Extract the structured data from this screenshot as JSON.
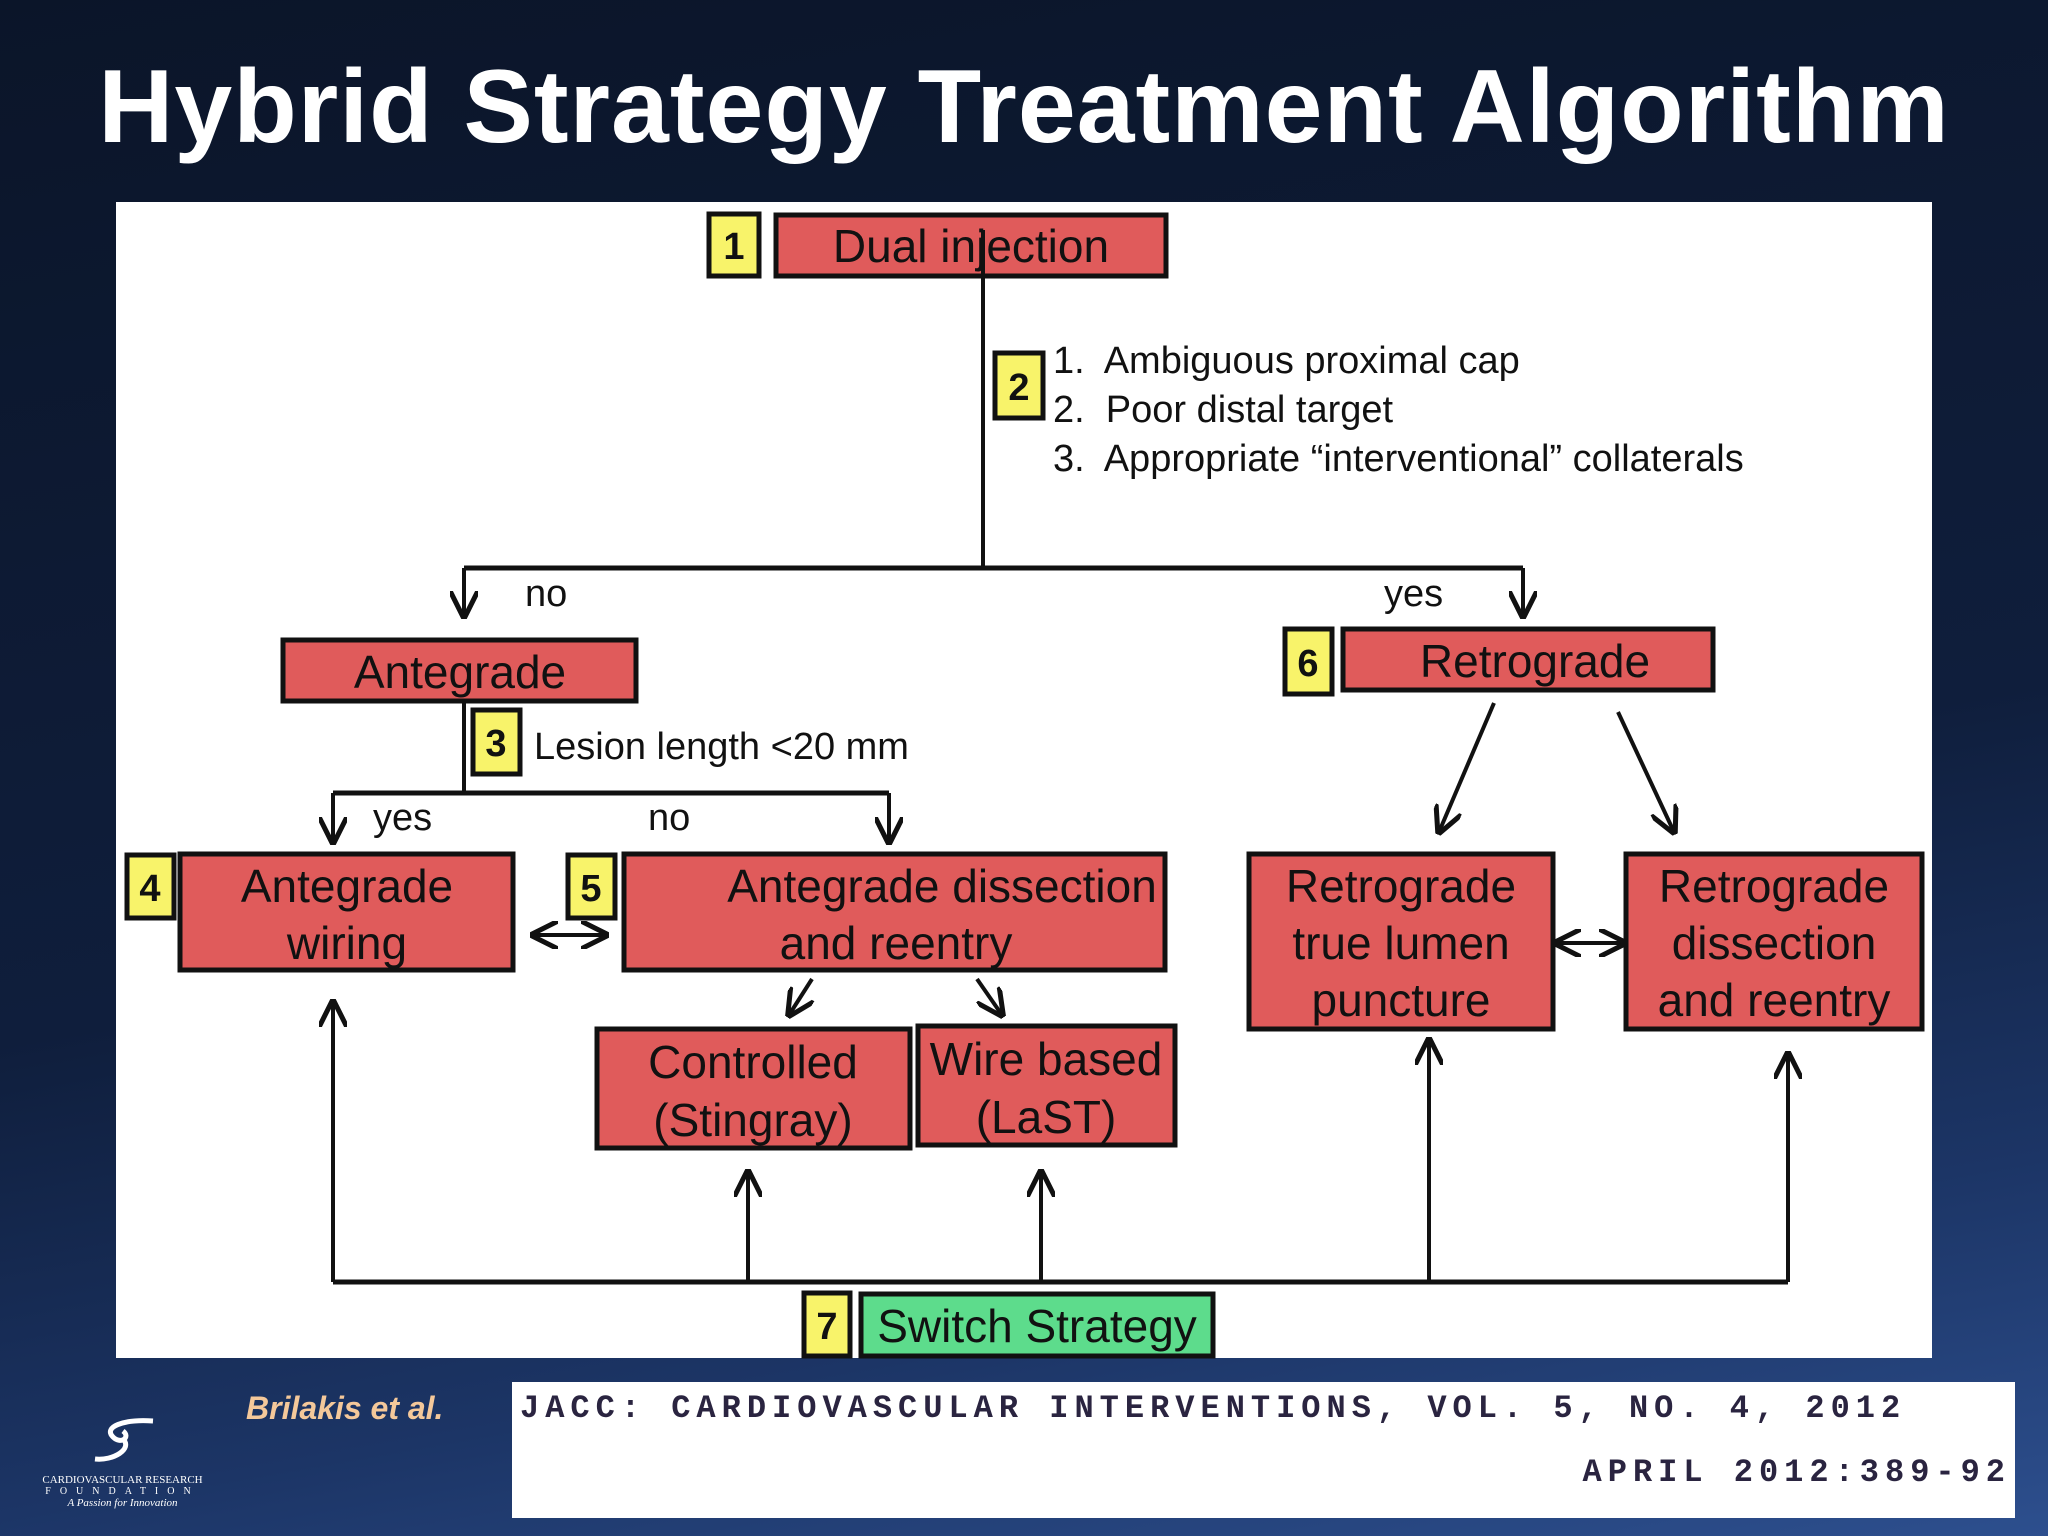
{
  "title": "Hybrid Strategy Treatment Algorithm",
  "diagram": {
    "dual_injection": {
      "num": "1",
      "label": "Dual injection"
    },
    "criteria": {
      "num": "2",
      "items": [
        "1.  Ambiguous proximal cap",
        "2.  Poor distal target",
        "3.  Appropriate “interventional” collaterals"
      ]
    },
    "branch_no": "no",
    "branch_yes": "yes",
    "antegrade": {
      "label": "Antegrade"
    },
    "lesion": {
      "num": "3",
      "label": "Lesion length <20 mm"
    },
    "lesion_yes": "yes",
    "lesion_no": "no",
    "antegrade_wiring": {
      "num": "4",
      "lines": [
        "Antegrade",
        "wiring"
      ]
    },
    "adr": {
      "num": "5",
      "lines": [
        "Antegrade dissection",
        "and reentry"
      ]
    },
    "controlled": {
      "lines": [
        "Controlled",
        "(Stingray)"
      ]
    },
    "wire_based": {
      "lines": [
        "Wire based",
        "(LaST)"
      ]
    },
    "retrograde": {
      "num": "6",
      "label": "Retrograde"
    },
    "retro_true_lumen": {
      "lines": [
        "Retrograde",
        "true lumen",
        "puncture"
      ]
    },
    "retro_dissection": {
      "lines": [
        "Retrograde",
        "dissection",
        "and reentry"
      ]
    },
    "switch": {
      "num": "7",
      "label": "Switch Strategy"
    }
  },
  "colors": {
    "box": "#e05b5b",
    "badge": "#f8f36a",
    "switch": "#5ddc8c"
  },
  "footer": {
    "author": "Brilakis et al.",
    "journal_line1": "JACC: CARDIOVASCULAR INTERVENTIONS, VOL. 5, NO. 4, 2012",
    "journal_line2": "APRIL 2012:389-92",
    "logo": {
      "name": "CARDIOVASCULAR RESEARCH",
      "sub": "FOUNDATION",
      "tagline": "A Passion for Innovation"
    }
  }
}
